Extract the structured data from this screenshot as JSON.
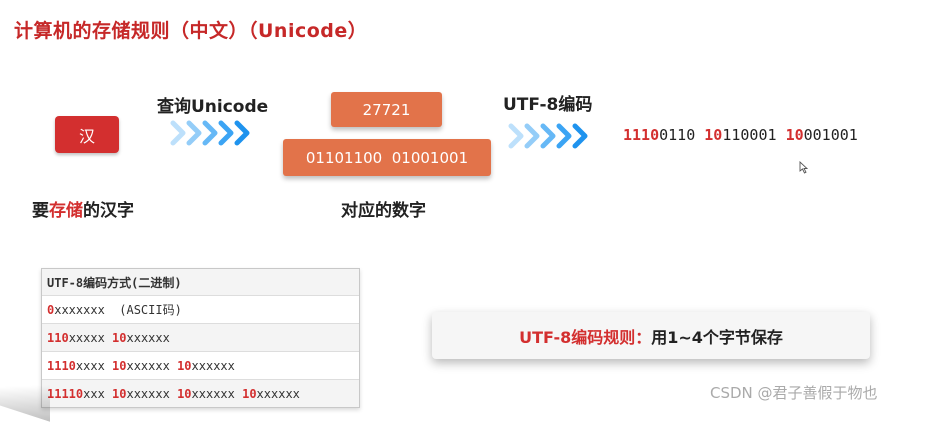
{
  "title": "计算机的存储规则（中文）（Unicode）",
  "han_char": "汉",
  "step1_label": "查询Unicode",
  "step2_label": "UTF-8编码",
  "code_decimal": "27721",
  "code_binary": "01101100  01001001",
  "caption_left": {
    "part1": "要",
    "part2": "存储",
    "part3": "的汉字"
  },
  "caption_mid": "对应的数字",
  "result": [
    {
      "red": "1110",
      "black": "0110"
    },
    {
      "red": "10",
      "black": "110001"
    },
    {
      "red": "10",
      "black": "001001"
    }
  ],
  "table": {
    "header": "UTF-8编码方式(二进制)",
    "rows": [
      [
        {
          "r": "0"
        },
        {
          "b": "xxxxxxx  (ASCII码)"
        }
      ],
      [
        {
          "r": "110"
        },
        {
          "b": "xxxxx "
        },
        {
          "r": "10"
        },
        {
          "b": "xxxxxx"
        }
      ],
      [
        {
          "r": "1110"
        },
        {
          "b": "xxxx "
        },
        {
          "r": "10"
        },
        {
          "b": "xxxxxx "
        },
        {
          "r": "10"
        },
        {
          "b": "xxxxxx"
        }
      ],
      [
        {
          "r": "11110"
        },
        {
          "b": "xxx "
        },
        {
          "r": "10"
        },
        {
          "b": "xxxxxx "
        },
        {
          "r": "10"
        },
        {
          "b": "xxxxxx "
        },
        {
          "r": "10"
        },
        {
          "b": "xxxxxx"
        }
      ]
    ]
  },
  "rule": {
    "red": "UTF-8编码规则：",
    "black": "用1~4个字节保存"
  },
  "watermark": "CSDN @君子善假于物也",
  "colors": {
    "accent_red": "#d32f2f",
    "orange": "#e2734a",
    "arrow_blue": "#2a9df4"
  },
  "icons": [
    "chevron-right-icon",
    "cursor-icon"
  ]
}
